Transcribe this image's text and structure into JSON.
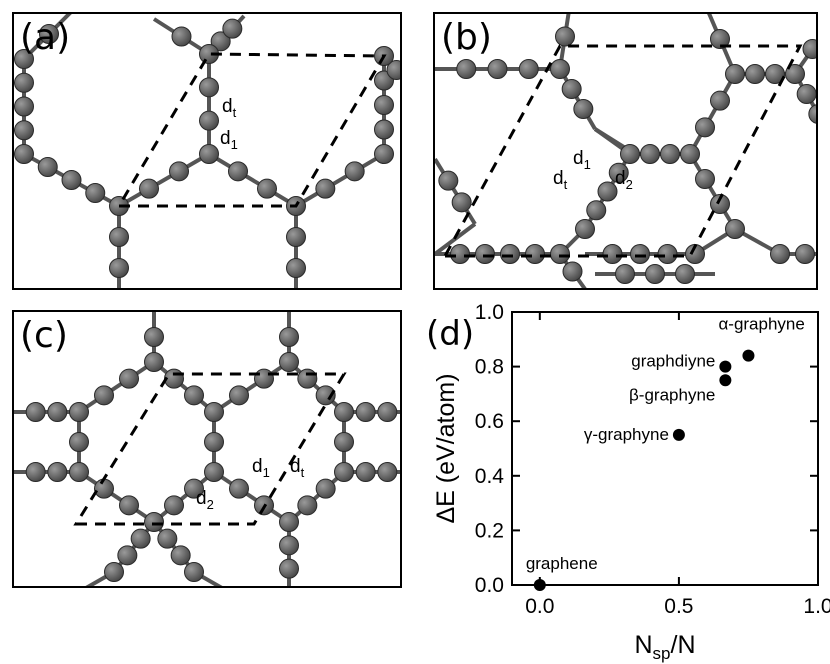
{
  "panels": [
    {
      "id": "a",
      "label": "(a)"
    },
    {
      "id": "b",
      "label": "(b)"
    },
    {
      "id": "c",
      "label": "(c)"
    },
    {
      "id": "d",
      "label": "(d)"
    }
  ],
  "bond_labels": {
    "dt": "d",
    "dt_sub": "t",
    "d1": "d",
    "d1_sub": "1",
    "d2": "d",
    "d2_sub": "2"
  },
  "colors": {
    "atom": "#5c5c5c",
    "bond": "#555555",
    "cell": "#000000"
  },
  "chart_data": {
    "type": "scatter",
    "xlabel": "N",
    "xlabel_sub": "sp",
    "xlabel_suffix": "/N",
    "ylabel": "ΔE (eV/atom)",
    "xlim": [
      -0.1,
      1.0
    ],
    "ylim": [
      0.0,
      1.0
    ],
    "xticks": [
      "0.0",
      "0.5",
      "1.0"
    ],
    "yticks": [
      "0.0",
      "0.2",
      "0.4",
      "0.6",
      "0.8",
      "1.0"
    ],
    "grid": false,
    "points": [
      {
        "label": "graphene",
        "x": 0.0,
        "y": 0.0
      },
      {
        "label": "γ-graphyne",
        "x": 0.5,
        "y": 0.55
      },
      {
        "label": "β-graphyne",
        "x": 0.667,
        "y": 0.75
      },
      {
        "label": "graphdiyne",
        "x": 0.667,
        "y": 0.8
      },
      {
        "label": "α-graphyne",
        "x": 0.75,
        "y": 0.84
      }
    ]
  }
}
